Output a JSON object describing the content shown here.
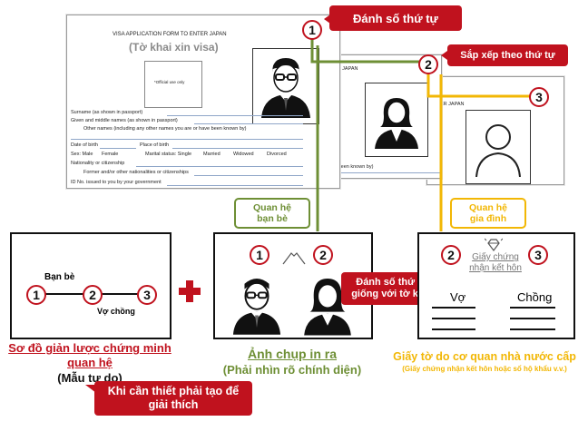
{
  "form": {
    "title_en": "VISA APPLICATION FORM TO ENTER JAPAN",
    "title_vi": "(Tờ khai xin visa)",
    "official_use": "*Official use only",
    "fields": [
      "Surname (as shown in passport)",
      "Given and middle names (as shown in passport)",
      "Other names (including any other names you are or have been known by)",
      "Date of birth",
      "Place of birth",
      "Sex: Male",
      "Female",
      "Marital status: Single",
      "Married",
      "Widowed",
      "Divorced",
      "Nationality or citizenship",
      "Former and/or other nationalities or citizenships",
      "ID No. issued to you by your government"
    ],
    "form2_title_partial": "ER JAPAN",
    "form2_known_by": "e been known by)",
    "form3_title_partial": "ER JAPAN"
  },
  "callouts": {
    "number_order": "Đánh số thứ tự",
    "arrange_order": "Sắp xếp theo thứ tự",
    "number_same": "Đánh số thứ tự giống với tờ khai",
    "explain": "Khi cần thiết phải tạo để giải thích"
  },
  "numbers": [
    "1",
    "2",
    "3"
  ],
  "tags": {
    "friend": "Quan hệ bạn bè",
    "family": "Quan hệ gia đình"
  },
  "panel_diagram": {
    "friend_label": "Bạn bè",
    "spouse_label": "Vợ chồng",
    "caption_line1": "Sơ đồ giản lược chứng minh quan hệ",
    "caption_line2": "(Mẫu tự do)"
  },
  "plus": "+",
  "panel_photo": {
    "caption_line1": "Ảnh chụp in ra",
    "caption_line2": "(Phải nhìn rõ chính diện)"
  },
  "panel_cert": {
    "cert_title": "Giấy chứng nhận kết hôn",
    "wife": "Vợ",
    "husband": "Chồng",
    "caption_line1": "Giấy tờ do cơ quan nhà nước cấp",
    "caption_line2": "(Giấy chứng nhận kết hôn hoặc sổ hộ khẩu v.v.)"
  },
  "colors": {
    "red": "#c0121e",
    "green": "#6e8f35",
    "yellow": "#f2b705"
  }
}
